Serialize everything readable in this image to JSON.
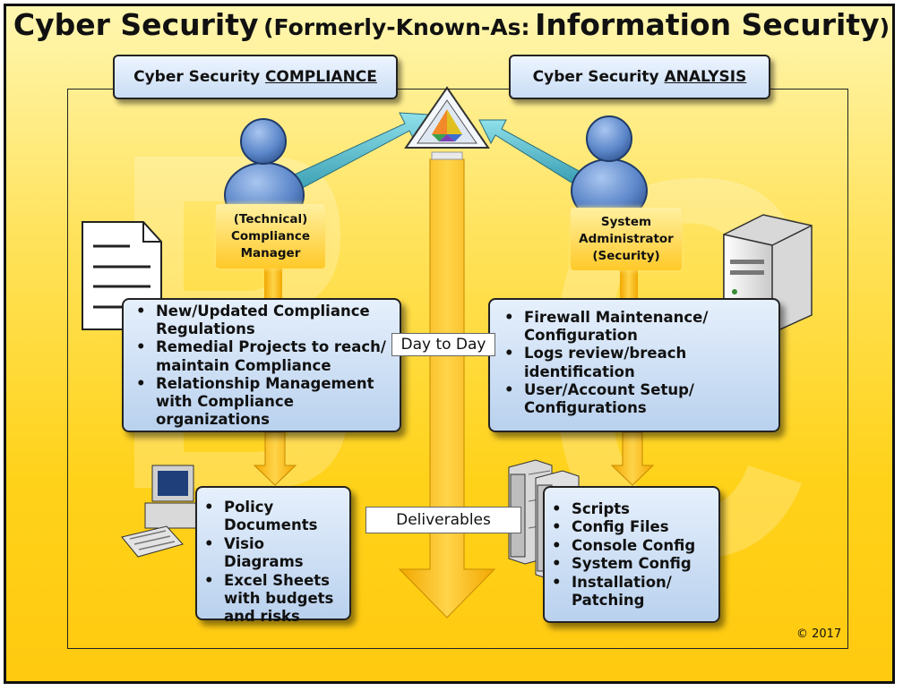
{
  "title": {
    "main": "Cyber Security",
    "paren_open": "(",
    "formerly": "Formerly-Known-As:",
    "old_name": "Information Security",
    "paren_close": ")"
  },
  "headers": {
    "compliance_prefix": "Cyber Security ",
    "compliance_word": "COMPLIANCE",
    "analysis_prefix": "Cyber Security ",
    "analysis_word": "ANALYSIS"
  },
  "roles": {
    "left": [
      "(Technical)",
      "Compliance",
      "Manager"
    ],
    "right": [
      "System",
      "Administrator",
      "(Security)"
    ]
  },
  "compliance_tasks": [
    "New/Updated Compliance Regulations",
    "Remedial Projects to reach/ maintain Compliance",
    "Relationship Management with Compliance organizations"
  ],
  "analysis_tasks": [
    "Firewall Maintenance/ Configuration",
    "Logs review/breach identification",
    "User/Account Setup/ Configurations"
  ],
  "compliance_deliverables": [
    "Policy Documents",
    "Visio Diagrams",
    "Excel Sheets with budgets and risks"
  ],
  "analysis_deliverables": [
    "Scripts",
    "Config Files",
    "Console Config",
    "System Config",
    "Installation/ Patching"
  ],
  "labels": {
    "day_to_day": "Day to Day",
    "deliverables": "Deliverables"
  },
  "copyright": "© 2017",
  "colors": {
    "background": "#ffd21a",
    "arrow": "#f7b300",
    "teal_arrow": "#5ab8c8",
    "box_blue": "#c9ddf5",
    "person_blue": "#5b86c9"
  },
  "icons": [
    "document-icon",
    "person-icon",
    "pyramid-logo-icon",
    "server-tower-icon",
    "desktop-computer-icon",
    "server-rack-icon"
  ]
}
